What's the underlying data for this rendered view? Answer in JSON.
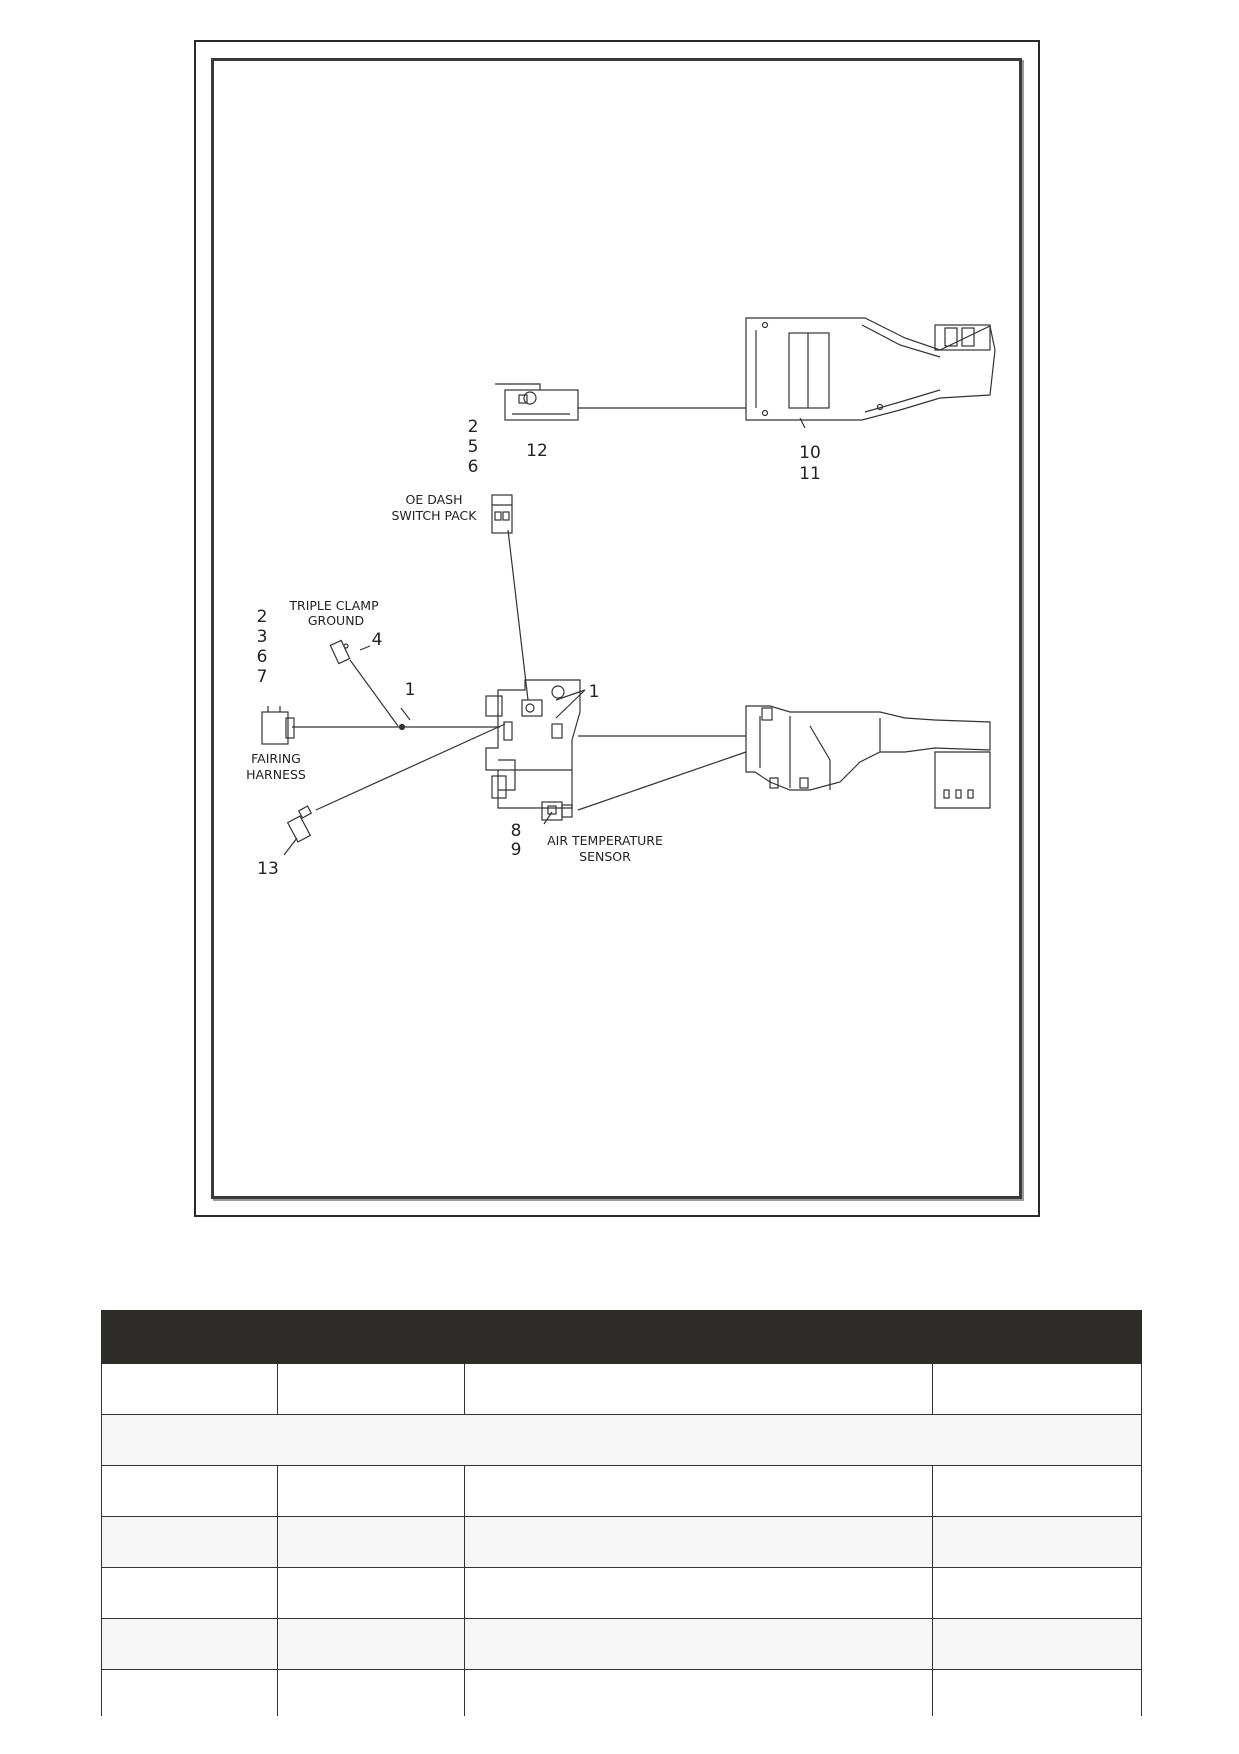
{
  "diagram": {
    "callouts": {
      "top_group": [
        "2",
        "5",
        "6"
      ],
      "item_12": "12",
      "item_10": "10",
      "item_11": "11",
      "left_group": [
        "2",
        "3",
        "6",
        "7"
      ],
      "item_4": "4",
      "item_1_left": "1",
      "item_1_right": "1",
      "item_8": "8",
      "item_9": "9",
      "item_13": "13"
    },
    "labels": {
      "oe_dash_line1": "OE DASH",
      "oe_dash_line2": "SWITCH PACK",
      "triple_clamp_line1": "TRIPLE CLAMP",
      "triple_clamp_line2": "GROUND",
      "fairing_line1": "FAIRING",
      "fairing_line2": "HARNESS",
      "air_temp_line1": "AIR TEMPERATURE",
      "air_temp_line2": "SENSOR"
    }
  },
  "table": {
    "header": [
      "",
      "",
      "",
      ""
    ],
    "rows": [
      {
        "type": "row",
        "cells": [
          "",
          "",
          "",
          ""
        ]
      },
      {
        "type": "span",
        "text": ""
      },
      {
        "type": "row",
        "cells": [
          "",
          "",
          "",
          ""
        ]
      },
      {
        "type": "row",
        "cells": [
          "",
          "",
          "",
          ""
        ]
      },
      {
        "type": "row",
        "cells": [
          "",
          "",
          "",
          ""
        ]
      },
      {
        "type": "row",
        "cells": [
          "",
          "",
          "",
          ""
        ]
      },
      {
        "type": "row",
        "cells": [
          "",
          "",
          "",
          ""
        ]
      }
    ]
  }
}
